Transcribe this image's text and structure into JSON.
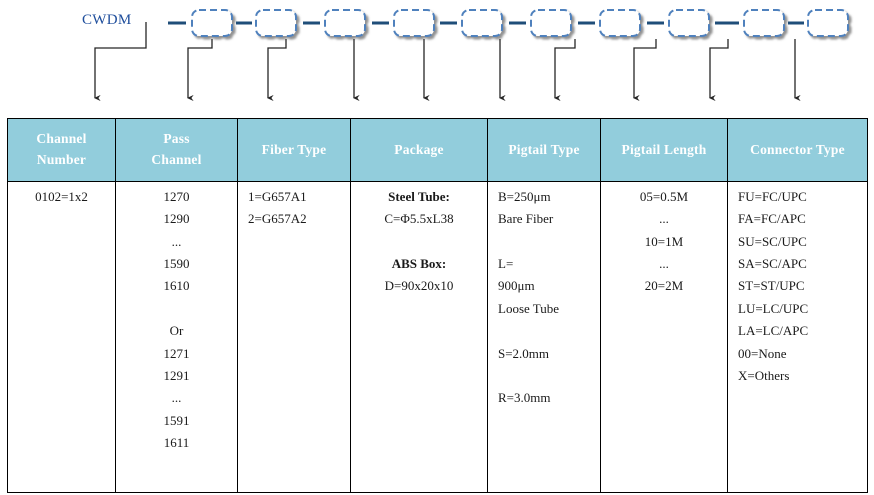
{
  "schematic": {
    "label": "CWDM",
    "label_color": "#1f4e9c",
    "box_color": "#4f81bd",
    "connector_color": "#1f4e79",
    "arrow_color": "#262626",
    "box_count": 10,
    "arrow_count": 11
  },
  "table": {
    "header_bg": "#92cddc",
    "header_text_color": "#ffffff",
    "border_color": "#000000",
    "columns": [
      {
        "id": "channel-number",
        "label_lines": [
          "Channel",
          "Number"
        ]
      },
      {
        "id": "pass-channel",
        "label_lines": [
          "Pass",
          "Channel"
        ]
      },
      {
        "id": "fiber-type",
        "label_lines": [
          "Fiber Type"
        ]
      },
      {
        "id": "package",
        "label_lines": [
          "Package"
        ]
      },
      {
        "id": "pigtail-type",
        "label_lines": [
          "Pigtail Type"
        ]
      },
      {
        "id": "pigtail-length",
        "label_lines": [
          "Pigtail Length"
        ]
      },
      {
        "id": "connector-type",
        "label_lines": [
          "Connector Type"
        ]
      }
    ],
    "cells": {
      "channel_number": [
        {
          "text": "0102=1x2",
          "bold": false
        }
      ],
      "pass_channel": [
        {
          "text": "1270",
          "bold": false
        },
        {
          "text": "1290",
          "bold": false
        },
        {
          "text": "...",
          "bold": false
        },
        {
          "text": "1590",
          "bold": false
        },
        {
          "text": "1610",
          "bold": false
        },
        {
          "text": "",
          "bold": false
        },
        {
          "text": "Or",
          "bold": false
        },
        {
          "text": "1271",
          "bold": false
        },
        {
          "text": "1291",
          "bold": false
        },
        {
          "text": "...",
          "bold": false
        },
        {
          "text": "1591",
          "bold": false
        },
        {
          "text": "1611",
          "bold": false
        }
      ],
      "fiber_type": [
        {
          "text": "1=G657A1",
          "bold": false
        },
        {
          "text": "2=G657A2",
          "bold": false
        }
      ],
      "package": [
        {
          "text": "Steel Tube:",
          "bold": true
        },
        {
          "text": "C=Φ5.5xL38",
          "bold": false
        },
        {
          "text": "",
          "bold": false
        },
        {
          "text": "ABS Box:",
          "bold": true
        },
        {
          "text": "D=90x20x10",
          "bold": false
        }
      ],
      "pigtail_type": [
        {
          "text": "B=250μm",
          "bold": false
        },
        {
          "text": "Bare Fiber",
          "bold": false
        },
        {
          "text": "",
          "bold": false
        },
        {
          "text": "L=",
          "bold": false
        },
        {
          "text": "900μm",
          "bold": false
        },
        {
          "text": "Loose Tube",
          "bold": false
        },
        {
          "text": "",
          "bold": false
        },
        {
          "text": "S=2.0mm",
          "bold": false
        },
        {
          "text": "",
          "bold": false
        },
        {
          "text": "R=3.0mm",
          "bold": false
        }
      ],
      "pigtail_length": [
        {
          "text": "05=0.5M",
          "bold": false
        },
        {
          "text": "...",
          "bold": false
        },
        {
          "text": "10=1M",
          "bold": false
        },
        {
          "text": "...",
          "bold": false
        },
        {
          "text": "20=2M",
          "bold": false
        }
      ],
      "connector_type": [
        {
          "text": "FU=FC/UPC",
          "bold": false
        },
        {
          "text": "FA=FC/APC",
          "bold": false
        },
        {
          "text": "SU=SC/UPC",
          "bold": false
        },
        {
          "text": "SA=SC/APC",
          "bold": false
        },
        {
          "text": "ST=ST/UPC",
          "bold": false
        },
        {
          "text": "LU=LC/UPC",
          "bold": false
        },
        {
          "text": "LA=LC/APC",
          "bold": false
        },
        {
          "text": "00=None",
          "bold": false
        },
        {
          "text": "X=Others",
          "bold": false
        }
      ]
    }
  }
}
